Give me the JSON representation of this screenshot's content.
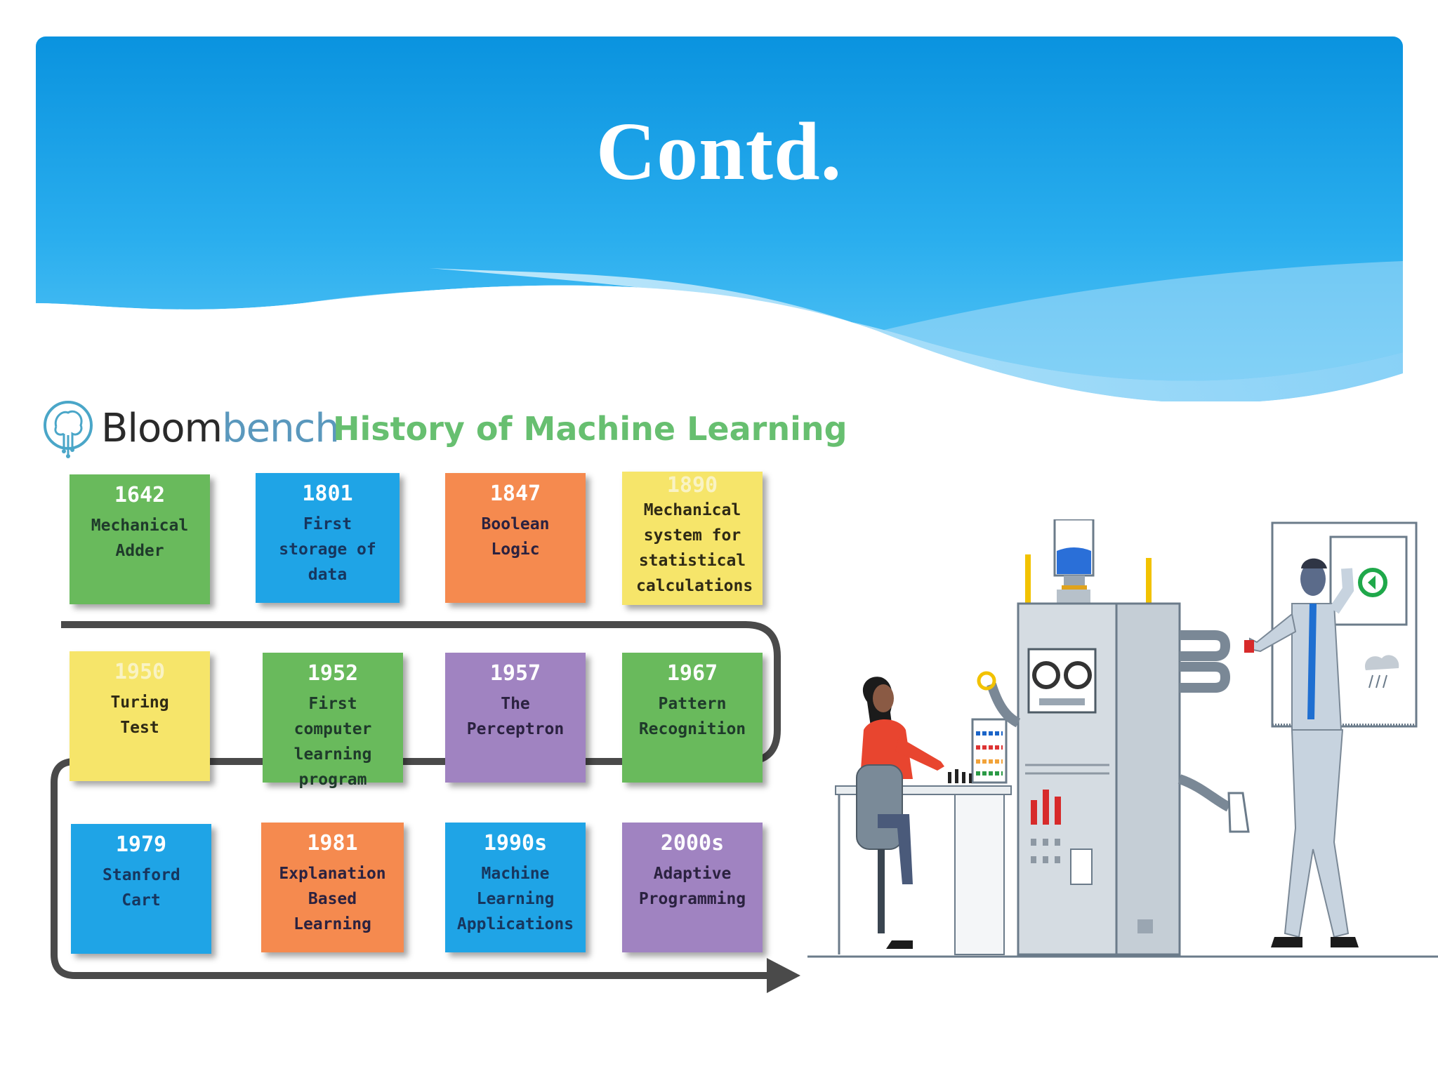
{
  "slide": {
    "title": "Contd."
  },
  "infographic": {
    "brand_prefix": "Bloom",
    "brand_suffix": "bench",
    "heading": "History of Machine Learning",
    "cards": [
      {
        "year": "1642",
        "text": "Mechanical Adder",
        "color": "green"
      },
      {
        "year": "1801",
        "text": "First storage of data",
        "color": "blue"
      },
      {
        "year": "1847",
        "text": "Boolean Logic",
        "color": "orange"
      },
      {
        "year": "1890",
        "text": "Mechanical system for statistical calculations",
        "color": "yellow"
      },
      {
        "year": "1950",
        "text": "Turing Test",
        "color": "yellow"
      },
      {
        "year": "1952",
        "text": "First computer learning program",
        "color": "green"
      },
      {
        "year": "1957",
        "text": "The Perceptron",
        "color": "purple"
      },
      {
        "year": "1967",
        "text": "Pattern Recognition",
        "color": "green"
      },
      {
        "year": "1979",
        "text": "Stanford Cart",
        "color": "blue"
      },
      {
        "year": "1981",
        "text": "Explanation Based Learning",
        "color": "orange"
      },
      {
        "year": "1990s",
        "text": "Machine Learning Applications",
        "color": "blue"
      },
      {
        "year": "2000s",
        "text": "Adaptive Programming",
        "color": "purple"
      }
    ]
  },
  "colors": {
    "banner_top": "#0a93df",
    "banner_bottom": "#4cc0f5",
    "wave_light": "#a9dcf7",
    "heading_green": "#67bf70"
  },
  "icons": {
    "brand_logo": "brain-tree-icon",
    "illustration": "machine-learning-lab-illustration"
  }
}
